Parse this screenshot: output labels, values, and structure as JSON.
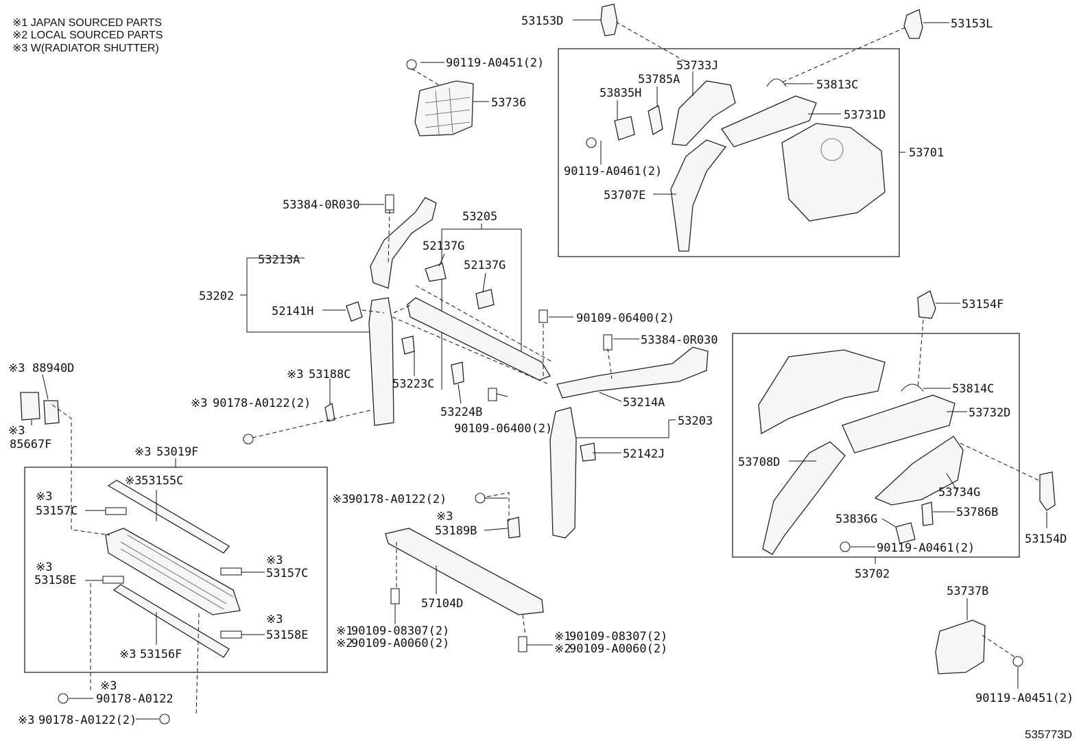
{
  "notes": [
    "※1 JAPAN SOURCED PARTS",
    "※2 LOCAL SOURCED PARTS",
    "※3 W(RADIATOR SHUTTER)"
  ],
  "ref_code": "535773D",
  "labels": {
    "p53153D": "53153D",
    "p53153L": "53153L",
    "b9011904512a": "90119-A0451(2)",
    "p53736": "53736",
    "p53733J": "53733J",
    "p53785A": "53785A",
    "p53835H": "53835H",
    "p53813C": "53813C",
    "p53731D": "53731D",
    "p53701": "53701",
    "b9011904612a": "90119-A0461(2)",
    "p53707E": "53707E",
    "p533840R030a": "53384-0R030",
    "p53205": "53205",
    "p52137Ga": "52137G",
    "p52137Gb": "52137G",
    "p53213A": "53213A",
    "p53202": "53202",
    "p52141H": "52141H",
    "b9010906400a": "90109-06400(2)",
    "p533840R030b": "53384-0R030",
    "p88940D": "88940D",
    "p53188C": "53188C",
    "p53223C": "53223C",
    "p53224B": "53224B",
    "b9017801222a": "90178-A0122(2)",
    "b9010906400b": "90109-06400(2)",
    "p53214A": "53214A",
    "p53203": "53203",
    "p85667F": "85667F",
    "p52142J": "52142J",
    "p53019F": "53019F",
    "p53155C": "53155C",
    "p53157Ca": "53157C",
    "b9017801222b": "90178-A0122(2)",
    "p53189B": "53189B",
    "p53158Ea": "53158E",
    "p53157Cb": "53157C",
    "p57104D": "57104D",
    "p53158Eb": "53158E",
    "p53156F": "53156F",
    "b9010908307a": "90109-08307(2)",
    "b90109A0060a": "90109-A0060(2)",
    "b9010908307b": "90109-08307(2)",
    "b90109A0060b": "90109-A0060(2)",
    "b9017801221": "90178-A0122",
    "b9017801222c": "90178-A0122(2)",
    "p53154F": "53154F",
    "p53814C": "53814C",
    "p53732D": "53732D",
    "p53708D": "53708D",
    "p53734G": "53734G",
    "p53836G": "53836G",
    "p53786B": "53786B",
    "p53154D": "53154D",
    "b9011904612b": "90119-A0461(2)",
    "p53702": "53702",
    "p53737B": "53737B",
    "b9011904512b": "90119-A0451(2)"
  },
  "marks": {
    "m1": "※3",
    "m2": "※3",
    "m3": "※3",
    "m4": "※3",
    "m5": "※3",
    "m6": "※3",
    "m7": "※3",
    "m8": "※3",
    "m9": "※3",
    "m10": "※3",
    "m11": "※3",
    "m12": "※3",
    "m13": "※3",
    "m14": "※3",
    "m15": "※3",
    "m16": "※1",
    "m17": "※2",
    "m18": "※1",
    "m19": "※2",
    "m20": "※3",
    "m21": "※3"
  }
}
